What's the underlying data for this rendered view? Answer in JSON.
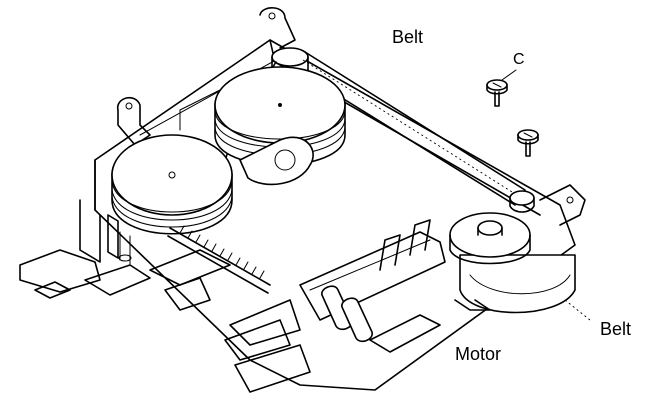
{
  "labels": {
    "belt_top": "Belt",
    "screw": "C",
    "belt_right": "Belt",
    "motor": "Motor"
  }
}
